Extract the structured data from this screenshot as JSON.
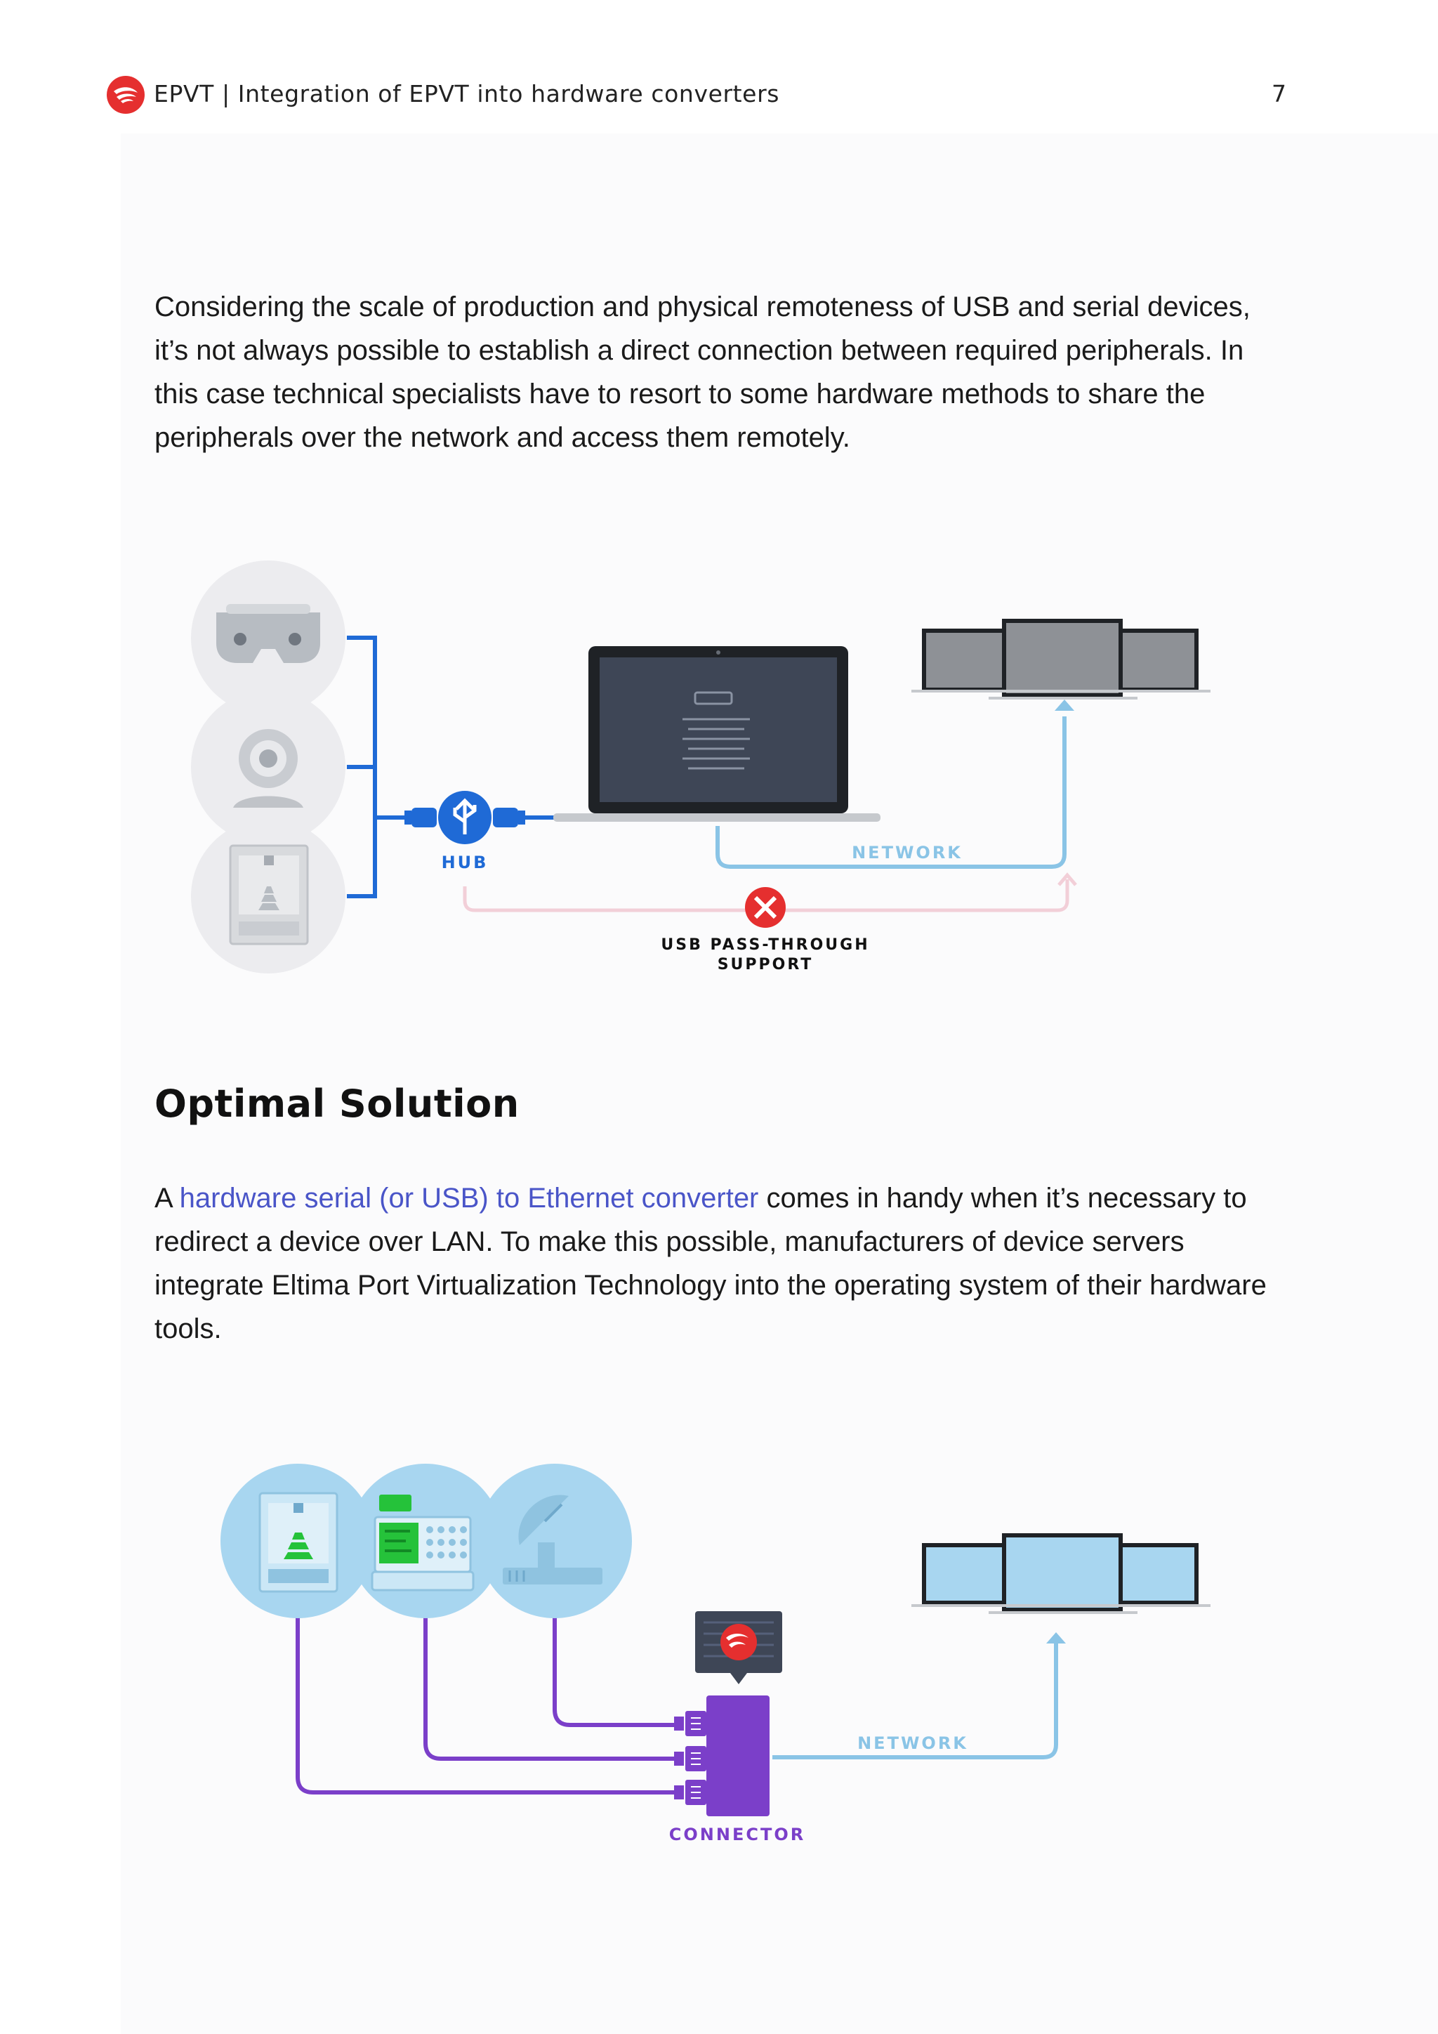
{
  "header": {
    "title": "EPVT | Integration of EPVT into hardware converters",
    "page_number": "7"
  },
  "intro_paragraph": "Considering the scale of production and physical remoteness of USB and serial devices, it’s not always possible to establish a direct connection between required peripherals. In this case technical specialists have to resort to some hardware methods to share the peripherals over the network and access them remotely.",
  "diagram_1": {
    "hub_label": "HUB",
    "network_label": "NETWORK",
    "usb_passthrough_line1": "USB PASS-THROUGH",
    "usb_passthrough_line2": "SUPPORT",
    "devices": [
      "vr-headset-icon",
      "webcam-icon",
      "3d-printer-icon"
    ],
    "colors": {
      "blue": "#1f6ad6",
      "light_blue": "#8ac4e6",
      "pink": "#f2cfd8",
      "red": "#e52f2f"
    }
  },
  "section": {
    "heading": "Optimal Solution",
    "para_prefix": "A ",
    "link_text": "hardware serial (or USB) to Ethernet converter",
    "para_suffix": " comes in handy when it’s necessary to redirect a device over LAN. To make this possible, manufacturers of device servers integrate Eltima Port Virtualization Technology into the operating system of their hardware tools."
  },
  "diagram_2": {
    "connector_label": "CONNECTOR",
    "network_label": "NETWORK",
    "devices": [
      "3d-printer-icon",
      "cash-register-icon",
      "satellite-dish-icon"
    ],
    "colors": {
      "purple": "#7b3fc9",
      "light_blue": "#8ac4e6",
      "circle": "#a8d6f0"
    }
  }
}
